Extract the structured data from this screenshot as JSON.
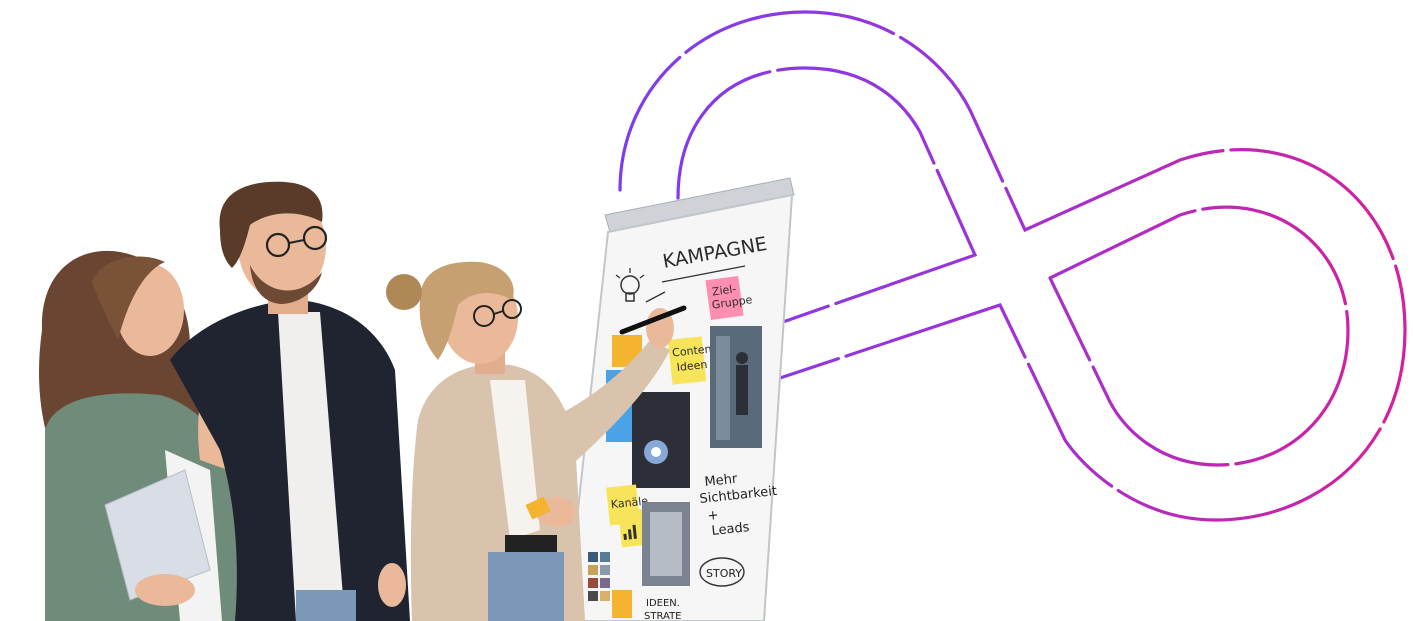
{
  "colors": {
    "loop_left": "#7a3df0",
    "loop_mid": "#9b34d8",
    "loop_right": "#d61f9a",
    "background": "#ffffff",
    "board_frame": "#d7d9dd",
    "board_surface": "#f6f6f7",
    "sticky_yellow": "#f7e45a",
    "sticky_pink": "#ff8fb0",
    "sticky_blue": "#4aa3e6",
    "jacket_green": "#6f8b79",
    "shirt_black": "#1f2430",
    "blazer_beige": "#d9c3ad",
    "hair_brown": "#5a3a28",
    "hair_blonde": "#c6a070",
    "skin": "#e9b99a",
    "jeans": "#7b98b8"
  },
  "flipchart": {
    "title": "KAMPAGNE",
    "note_target": "Ziel-\nGruppe",
    "note_target_line1": "Ziel-",
    "note_target_line2": "Gruppe",
    "note_content_line1": "Content",
    "note_content_line2": "Ideen",
    "note_channels": "Kanäle",
    "text_more_line1": "Mehr",
    "text_more_line2": "Sichtbarkeit",
    "text_more_line3": "+",
    "text_more_line4": "Leads",
    "story_label": "STORY",
    "ideas_line1": "IDEEN.",
    "ideas_line2": "STRATE"
  },
  "icons": {
    "lightbulb": "lightbulb-icon",
    "chart": "bar-chart-icon",
    "arrow": "arrow-icon"
  }
}
